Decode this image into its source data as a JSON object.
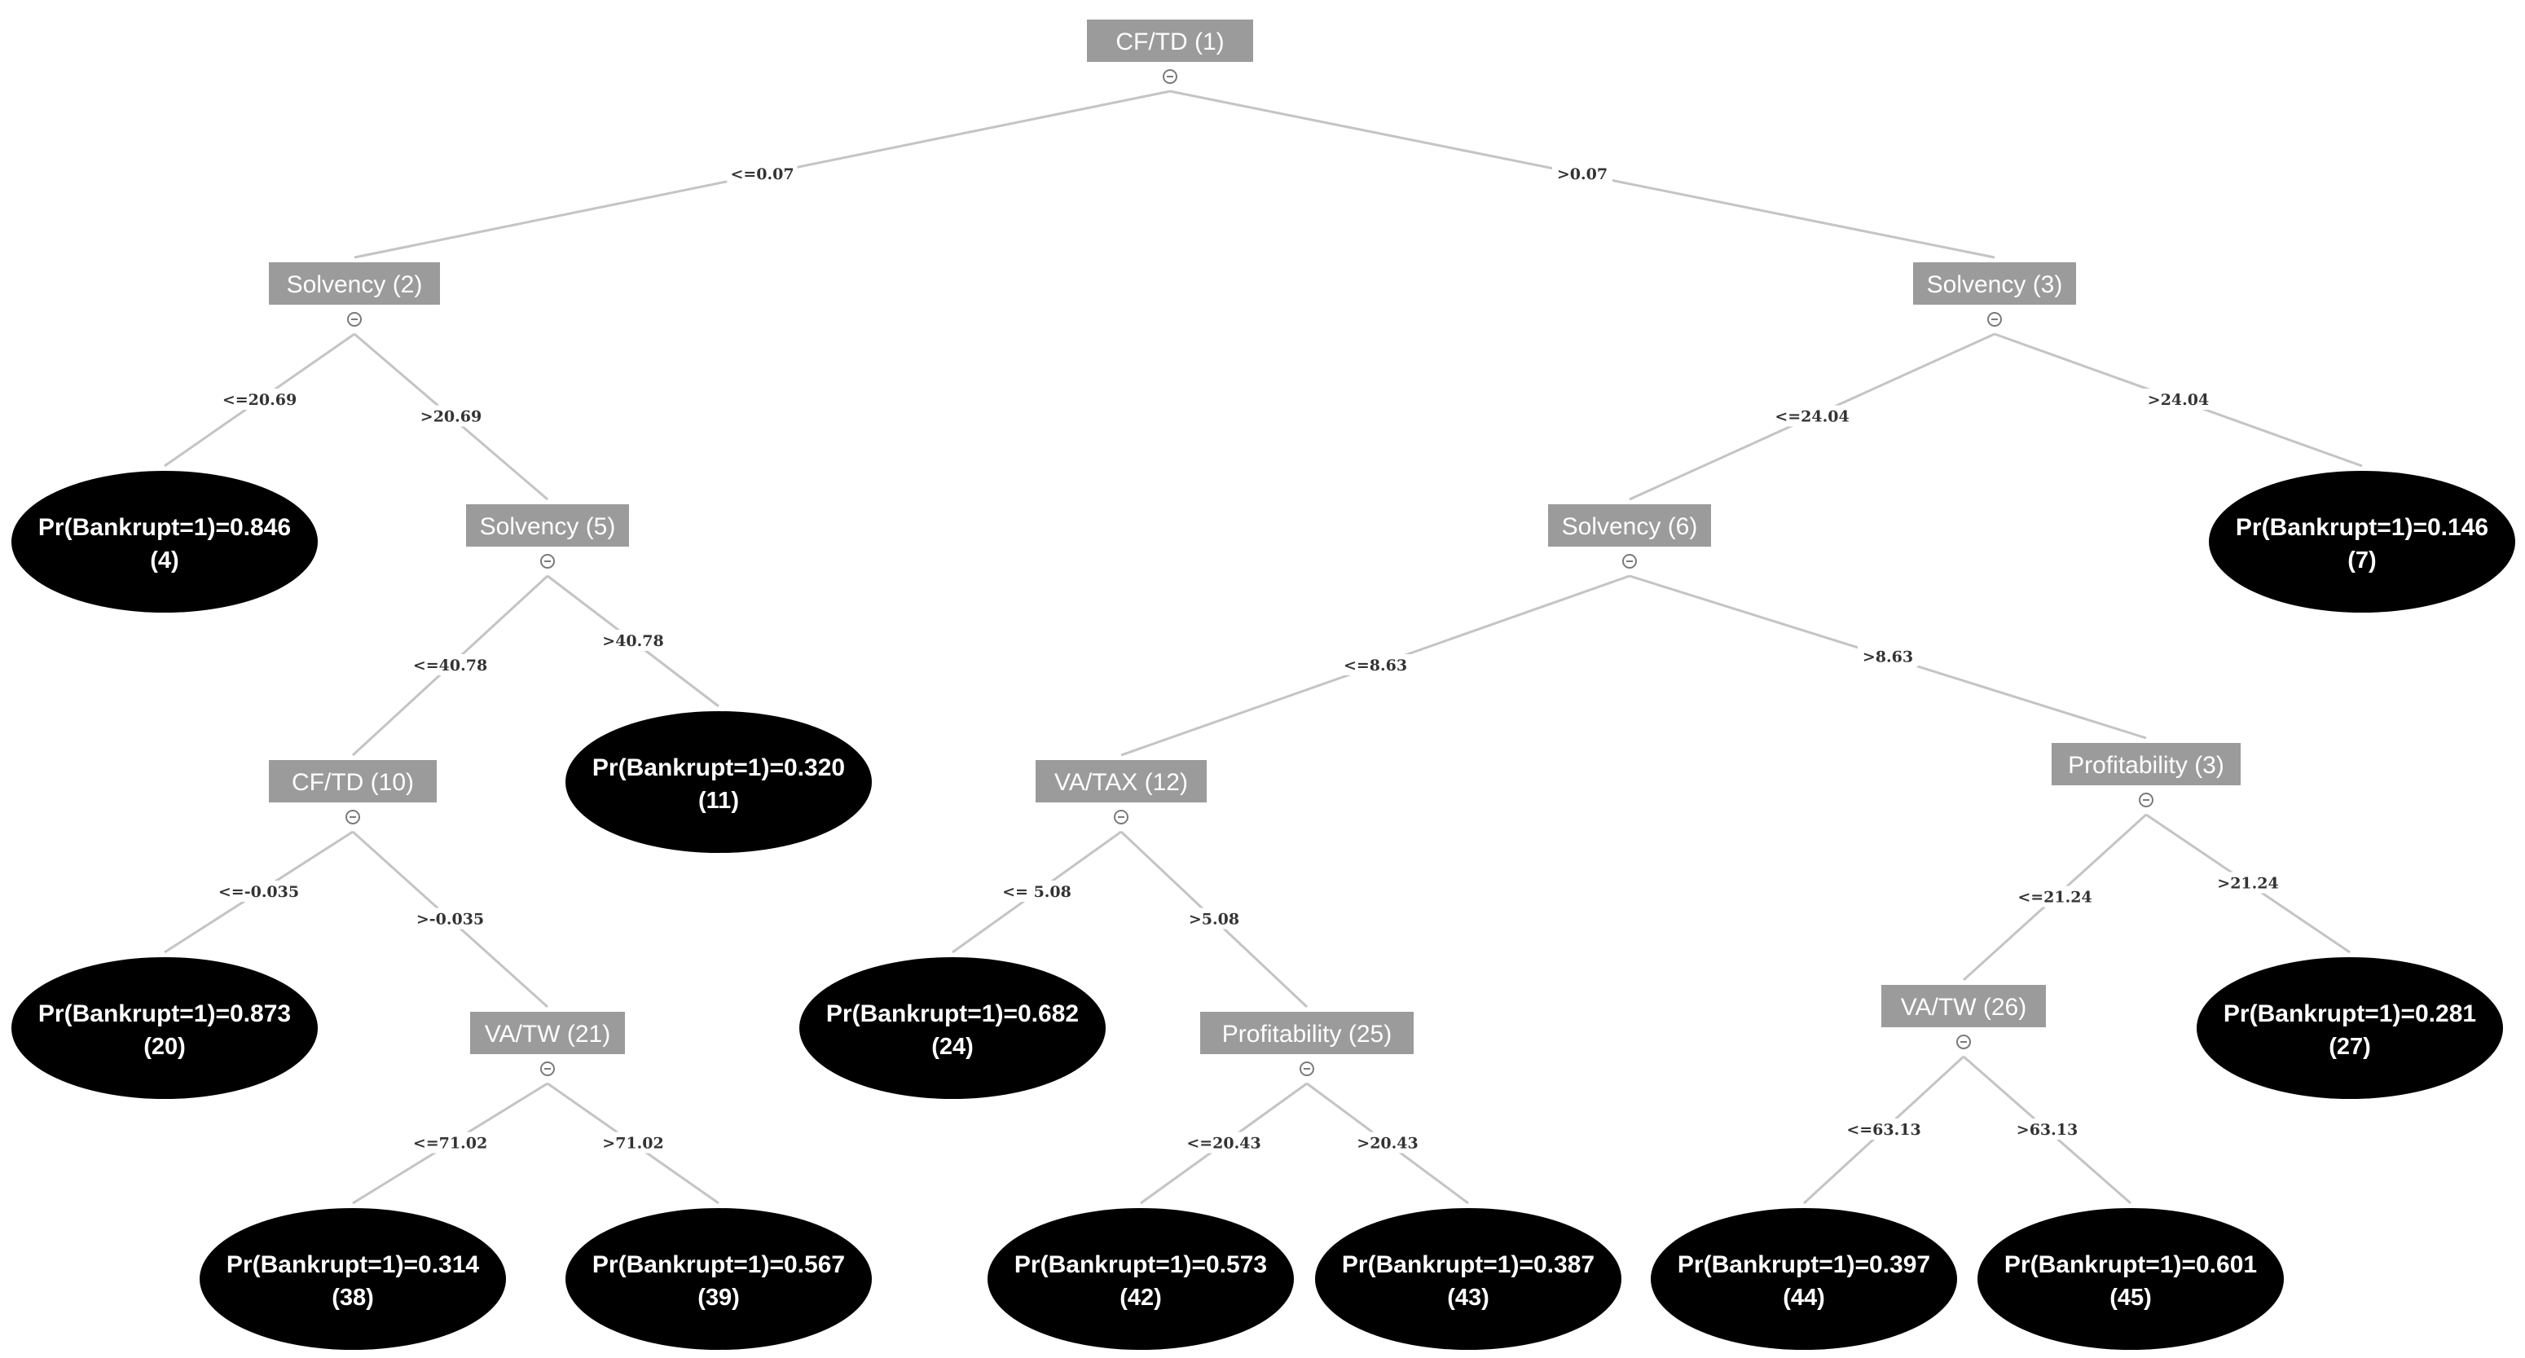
{
  "nodes": {
    "n1": {
      "type": "split",
      "label": "CF/TD (1)"
    },
    "n2": {
      "type": "split",
      "label": "Solvency (2)"
    },
    "n3": {
      "type": "split",
      "label": "Solvency (3)"
    },
    "n5": {
      "type": "split",
      "label": "Solvency (5)"
    },
    "n6": {
      "type": "split",
      "label": "Solvency (6)"
    },
    "n10": {
      "type": "split",
      "label": "CF/TD (10)"
    },
    "n12": {
      "type": "split",
      "label": "VA/TAX (12)"
    },
    "n21": {
      "type": "split",
      "label": "VA/TW (21)"
    },
    "n25": {
      "type": "split",
      "label": "Profitability (25)"
    },
    "p3": {
      "type": "split",
      "label": "Profitability (3)"
    },
    "n26": {
      "type": "split",
      "label": "VA/TW (26)"
    },
    "l4": {
      "type": "leaf",
      "prob": "Pr(Bankrupt=1)=0.846",
      "id": "(4)"
    },
    "l7": {
      "type": "leaf",
      "prob": "Pr(Bankrupt=1)=0.146",
      "id": "(7)"
    },
    "l11": {
      "type": "leaf",
      "prob": "Pr(Bankrupt=1)=0.320",
      "id": "(11)"
    },
    "l20": {
      "type": "leaf",
      "prob": "Pr(Bankrupt=1)=0.873",
      "id": "(20)"
    },
    "l24": {
      "type": "leaf",
      "prob": "Pr(Bankrupt=1)=0.682",
      "id": "(24)"
    },
    "l27": {
      "type": "leaf",
      "prob": "Pr(Bankrupt=1)=0.281",
      "id": "(27)"
    },
    "l38": {
      "type": "leaf",
      "prob": "Pr(Bankrupt=1)=0.314",
      "id": "(38)"
    },
    "l39": {
      "type": "leaf",
      "prob": "Pr(Bankrupt=1)=0.567",
      "id": "(39)"
    },
    "l42": {
      "type": "leaf",
      "prob": "Pr(Bankrupt=1)=0.573",
      "id": "(42)"
    },
    "l43": {
      "type": "leaf",
      "prob": "Pr(Bankrupt=1)=0.387",
      "id": "(43)"
    },
    "l44": {
      "type": "leaf",
      "prob": "Pr(Bankrupt=1)=0.397",
      "id": "(44)"
    },
    "l45": {
      "type": "leaf",
      "prob": "Pr(Bankrupt=1)=0.601",
      "id": "(45)"
    }
  },
  "edges": [
    {
      "from": "n1",
      "to": "n2",
      "label": "<=0.07"
    },
    {
      "from": "n1",
      "to": "n3",
      "label": ">0.07"
    },
    {
      "from": "n2",
      "to": "l4",
      "label": "<=20.69"
    },
    {
      "from": "n2",
      "to": "n5",
      "label": ">20.69"
    },
    {
      "from": "n3",
      "to": "n6",
      "label": "<=24.04"
    },
    {
      "from": "n3",
      "to": "l7",
      "label": ">24.04"
    },
    {
      "from": "n5",
      "to": "n10",
      "label": "<=40.78"
    },
    {
      "from": "n5",
      "to": "l11",
      "label": ">40.78"
    },
    {
      "from": "n6",
      "to": "n12",
      "label": "<=8.63"
    },
    {
      "from": "n6",
      "to": "p3",
      "label": ">8.63"
    },
    {
      "from": "n10",
      "to": "l20",
      "label": "<=-0.035"
    },
    {
      "from": "n10",
      "to": "n21",
      "label": ">-0.035"
    },
    {
      "from": "n12",
      "to": "l24",
      "label": "<= 5.08"
    },
    {
      "from": "n12",
      "to": "n25",
      "label": ">5.08"
    },
    {
      "from": "p3",
      "to": "n26",
      "label": "<=21.24"
    },
    {
      "from": "p3",
      "to": "l27",
      "label": ">21.24"
    },
    {
      "from": "n21",
      "to": "l38",
      "label": "<=71.02"
    },
    {
      "from": "n21",
      "to": "l39",
      "label": ">71.02"
    },
    {
      "from": "n25",
      "to": "l42",
      "label": "<=20.43"
    },
    {
      "from": "n25",
      "to": "l43",
      "label": ">20.43"
    },
    {
      "from": "n26",
      "to": "l44",
      "label": "<=63.13"
    },
    {
      "from": "n26",
      "to": "l45",
      "label": ">63.13"
    }
  ]
}
